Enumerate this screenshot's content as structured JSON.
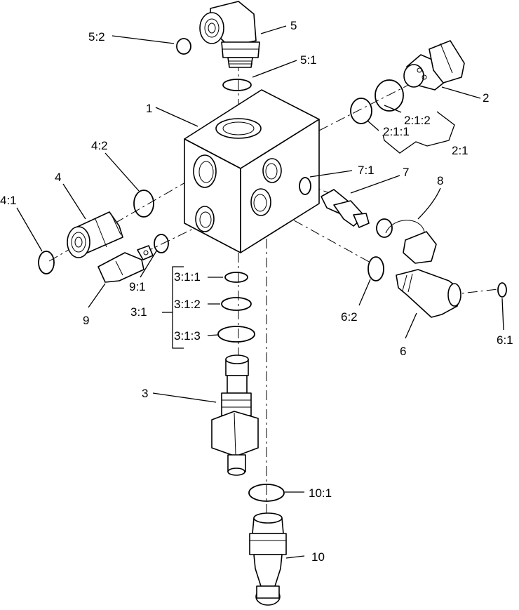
{
  "callouts": {
    "p1": "1",
    "p2": "2",
    "p2_1": "2:1",
    "p2_1_1": "2:1:1",
    "p2_1_2": "2:1:2",
    "p3": "3",
    "p3_1": "3:1",
    "p3_1_1": "3:1:1",
    "p3_1_2": "3:1:2",
    "p3_1_3": "3:1:3",
    "p4": "4",
    "p4_1": "4:1",
    "p4_2": "4:2",
    "p5": "5",
    "p5_1": "5:1",
    "p5_2": "5:2",
    "p6": "6",
    "p6_1": "6:1",
    "p6_2": "6:2",
    "p7": "7",
    "p7_1": "7:1",
    "p8": "8",
    "p9": "9",
    "p9_1": "9:1",
    "p10": "10",
    "p10_1": "10:1"
  }
}
